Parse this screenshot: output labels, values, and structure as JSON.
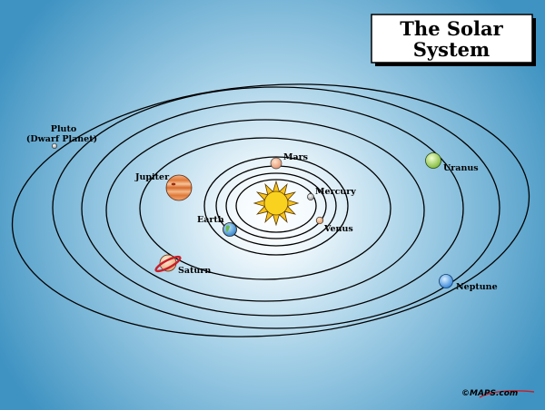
{
  "title": {
    "line1": "The Solar",
    "line2": "System"
  },
  "planets": {
    "mercury": "Mercury",
    "venus": "Venus",
    "earth": "Earth",
    "mars": "Mars",
    "jupiter": "Jupiter",
    "saturn": "Saturn",
    "uranus": "Uranus",
    "neptune": "Neptune",
    "pluto_line1": "Pluto",
    "pluto_line2": "(Dwarf Planet)"
  },
  "logo": "©MAPS.com",
  "colors": {
    "background_outer": "#4a9dc8",
    "background_inner": "#ffffff",
    "sun": "#f5c518",
    "mars": "#f0a878",
    "jupiter": "#e8803a",
    "earth": "#3a9ad8",
    "uranus": "#9ccc4a",
    "neptune": "#3a8ee0",
    "saturn_ring": "#c81e28"
  }
}
